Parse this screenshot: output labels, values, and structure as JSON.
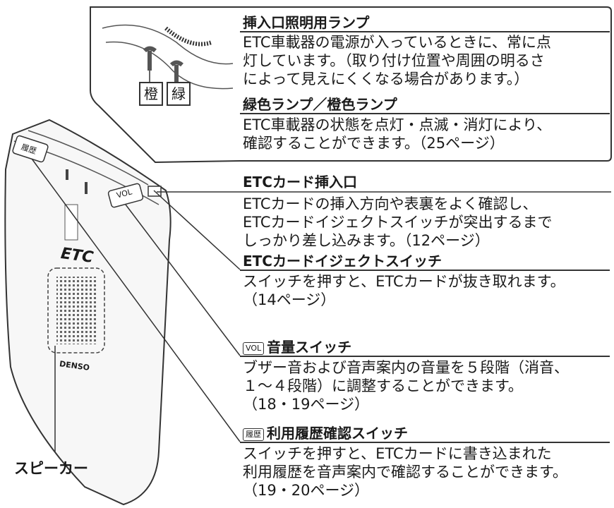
{
  "sections": {
    "lamp": {
      "title": "挿入口照明用ランプ",
      "body": "ETC車載器の電源が入っているときに、常に点\n灯しています。（取り付け位置や周囲の明るさ\nによって見えにくくなる場合があります。）"
    },
    "green_orange": {
      "title": "緑色ランプ／橙色ランプ",
      "body": "ETC車載器の状態を点灯・点滅・消灯により、\n確認することができます。（25ページ）"
    },
    "card_slot": {
      "title": "ETCカード挿入口",
      "body": "ETCカードの挿入方向や表裏をよく確認し、\nETCカードイジェクトスイッチが突出するまで\nしっかり差し込みます。（12ページ）"
    },
    "eject": {
      "title": "ETCカードイジェクトスイッチ",
      "body": "スイッチを押すと、ETCカードが抜き取れます。\n（14ページ）"
    },
    "volume": {
      "tag": "VOL",
      "title": "音量スイッチ",
      "body": "ブザー音および音声案内の音量を５段階（消音、\n１～４段階）に調整することができます。\n（18・19ページ）"
    },
    "history": {
      "tag": "履歴",
      "title": "利用履歴確認スイッチ",
      "body": "スイッチを押すと、ETCカードに書き込まれた\n利用履歴を音声案内で確認することができます。\n（19・20ページ）"
    }
  },
  "labels": {
    "speaker": "スピーカー",
    "orange_box": "橙",
    "green_box": "緑",
    "device_logo": "ETC",
    "device_brand": "DENSO",
    "device_history_button": "履歴",
    "device_vol_button": "VOL"
  }
}
